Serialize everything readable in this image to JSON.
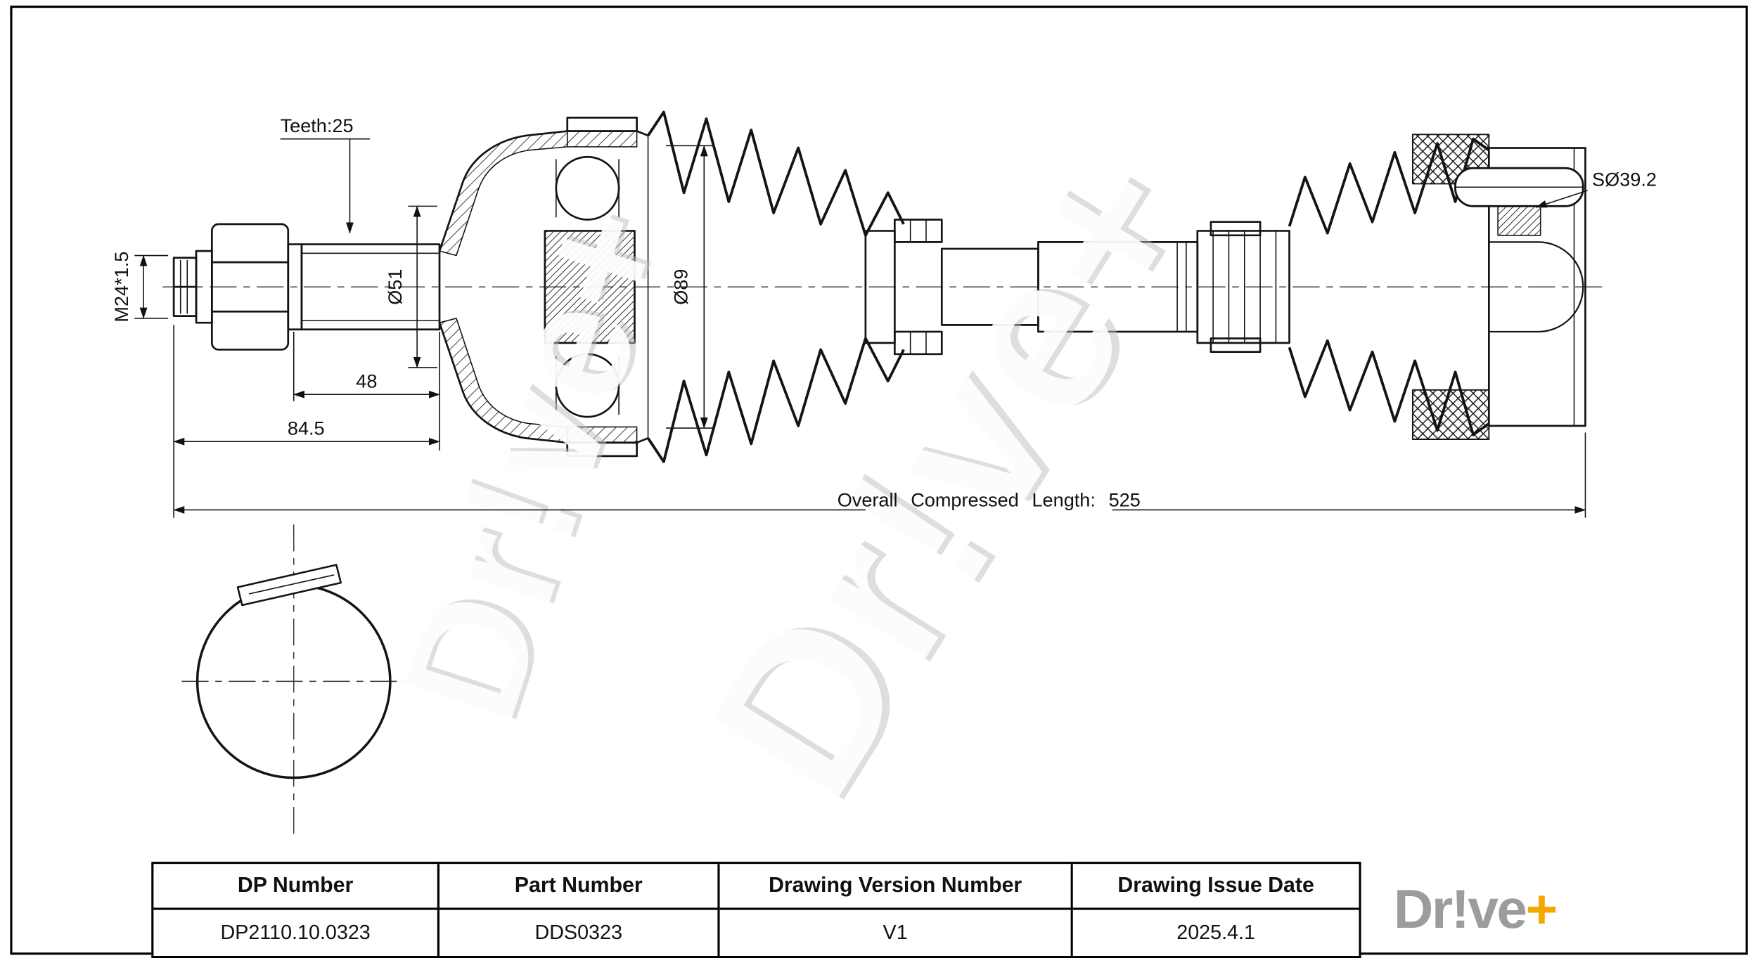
{
  "title_block": {
    "headers": [
      "DP Number",
      "Part Number",
      "Drawing Version Number",
      "Drawing Issue Date"
    ],
    "values": [
      "DP2110.10.0323",
      "DDS0323",
      "V1",
      "2025.4.1"
    ]
  },
  "logo": {
    "name": "Dr!ve",
    "plus": "+"
  },
  "watermark": {
    "text": "Dr!ve+"
  },
  "annotations": {
    "teeth": "Teeth:25",
    "thread_spec": "M24*1.5",
    "spline_diameter": "Ø51",
    "boot_diameter": "Ø89",
    "spline_length": "48",
    "stub_length": "84.5",
    "overall_length": "Overall Compressed Length: 525",
    "ball_diameter": "SØ39.2"
  },
  "colors": {
    "line": "#141414",
    "logo_gray": "#9c9c9a",
    "accent_plus": "#F7A600"
  }
}
